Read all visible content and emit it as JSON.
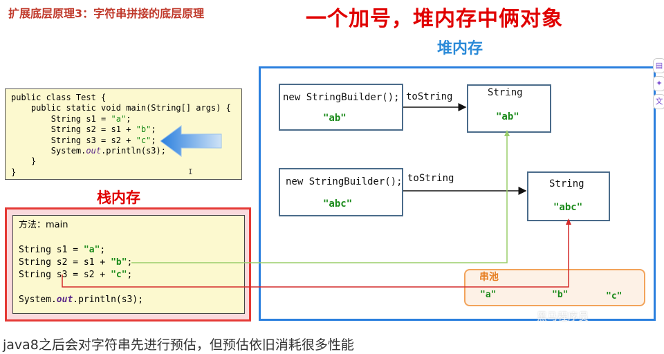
{
  "slide_title": "扩展底层原理3：字符串拼接的底层原理",
  "main_title": "一个加号，堆内存中俩对象",
  "heap_label": "堆内存",
  "stack_label": "栈内存",
  "code": {
    "line1": "public class Test {",
    "line2_pre": "    public static void main(String[] args) {",
    "s1_pre": "        String s1 = ",
    "s1_val": "\"a\"",
    "s2_pre": "        String s2 = s1 + ",
    "s2_val": "\"b\"",
    "s3_pre": "        String s3 = s2 + ",
    "s3_val": "\"c\"",
    "print_pre": "        System.",
    "print_out": "out",
    "print_post": ".println(s3);",
    "close_inner": "    }",
    "close_outer": "}",
    "cursor": "I"
  },
  "stack": {
    "method": "方法：main",
    "s1_pre": "String s1 = ",
    "s1_val": "\"a\"",
    "s2_pre": "String s2 = s1 + ",
    "s2_val": "\"b\"",
    "s3_pre": "String s3 = s2 + ",
    "s3_val": "\"c\"",
    "semi": ";",
    "print_pre": "System.",
    "print_out": "out",
    "print_post": ".println(s3);"
  },
  "heap": {
    "sb1_label": "new StringBuilder();",
    "sb1_value": "\"ab\"",
    "sb2_label": "new StringBuilder();",
    "sb2_value": "\"abc\"",
    "tostring1": "toString",
    "tostring2": "toString",
    "str1_label": "String",
    "str1_value": "\"ab\"",
    "str2_label": "String",
    "str2_value": "\"abc\""
  },
  "pool": {
    "title": "串池",
    "values": [
      "\"a\"",
      "\"b\"",
      "\"c\""
    ]
  },
  "caption": "java8之后会对字符串先进行预估，但预估依旧消耗很多性能",
  "watermark": "黑马程序员",
  "colors": {
    "title_red": "#e00000",
    "heap_blue": "#2a7fde",
    "green_arrow": "#9acd6a",
    "red_arrow": "#d42a2a",
    "pool_orange": "#f2a35a",
    "string_green": "#1a8a1a"
  },
  "side_tools": [
    "translate-icon",
    "sparkle-icon",
    "text-icon"
  ]
}
